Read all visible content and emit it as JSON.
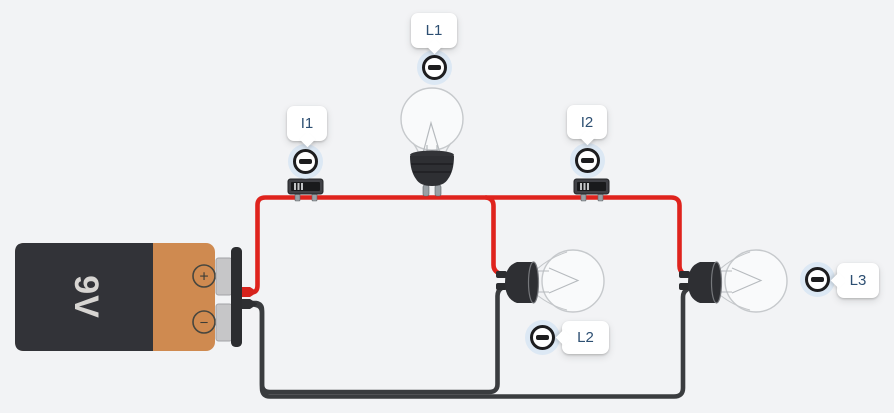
{
  "canvas": {
    "background": "#f2f3f5"
  },
  "battery": {
    "label": "9V",
    "plus_symbol": "+",
    "minus_symbol": "−"
  },
  "badges": {
    "i1": {
      "label": "I1"
    },
    "i2": {
      "label": "I2"
    },
    "l1": {
      "label": "L1"
    },
    "l2": {
      "label": "L2"
    },
    "l3": {
      "label": "L3"
    }
  },
  "icons": {
    "probe_toggle": "minus-icon"
  },
  "colors": {
    "wire_positive": "#df231d",
    "wire_negative": "#3a3c3f",
    "battery_dark": "#323338",
    "battery_orange": "#cf8a50",
    "battery_text": "#d7d5d2",
    "label_text": "#2d4f72",
    "probe_halo": "#cbdef2",
    "canvas_background": "#f2f3f5"
  }
}
